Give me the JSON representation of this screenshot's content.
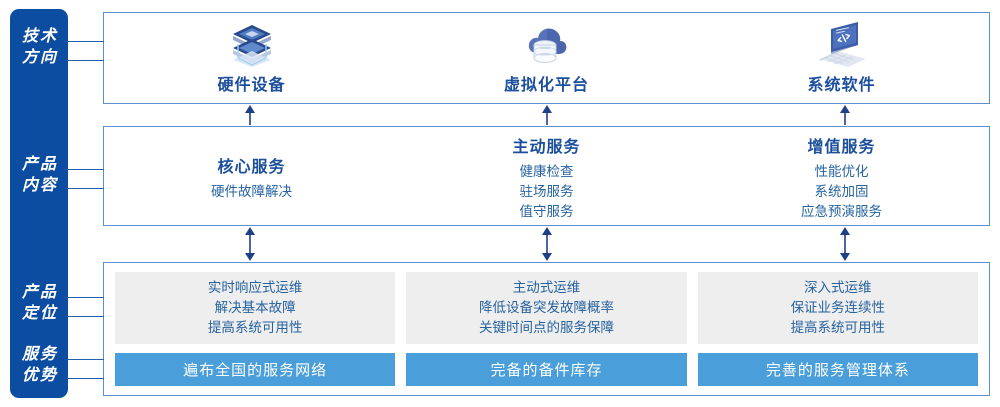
{
  "rail": {
    "labels": [
      {
        "name": "tech-direction",
        "lines": [
          "技术",
          "方向"
        ]
      },
      {
        "name": "product-content",
        "lines": [
          "产品",
          "内容"
        ]
      },
      {
        "name": "product-positioning",
        "lines": [
          "产品",
          "定位"
        ]
      },
      {
        "name": "service-advantage",
        "lines": [
          "服务",
          "优势"
        ]
      }
    ]
  },
  "tech_row": {
    "items": [
      {
        "icon": "server-stack-icon",
        "title": "硬件设备"
      },
      {
        "icon": "cloud-database-icon",
        "title": "虚拟化平台"
      },
      {
        "icon": "laptop-code-icon",
        "title": "系统软件"
      }
    ]
  },
  "content_row": {
    "items": [
      {
        "title": "核心服务",
        "lines": [
          "硬件故障解决"
        ]
      },
      {
        "title": "主动服务",
        "lines": [
          "健康检查",
          "驻场服务",
          "值守服务"
        ]
      },
      {
        "title": "增值服务",
        "lines": [
          "性能优化",
          "系统加固",
          "应急预演服务"
        ]
      }
    ]
  },
  "bottom_row": {
    "grey_cards": [
      {
        "lines": [
          "实时响应式运维",
          "解决基本故障",
          "提高系统可用性"
        ]
      },
      {
        "lines": [
          "主动式运维",
          "降低设备突发故障概率",
          "关键时间点的服务保障"
        ]
      },
      {
        "lines": [
          "深入式运维",
          "保证业务连续性",
          "提高系统可用性"
        ]
      }
    ],
    "blue_bars": [
      "遍布全国的服务网络",
      "完备的备件库存",
      "完善的服务管理体系"
    ]
  },
  "colors": {
    "rail_blue": "#0c4da2",
    "panel_border": "#5b8fd0",
    "title_blue": "#1b4f9c",
    "body_blue": "#27639f",
    "grey_card": "#eeeeee",
    "bar_blue": "#4a9ed9",
    "arrow_navy": "#1f3f87"
  }
}
